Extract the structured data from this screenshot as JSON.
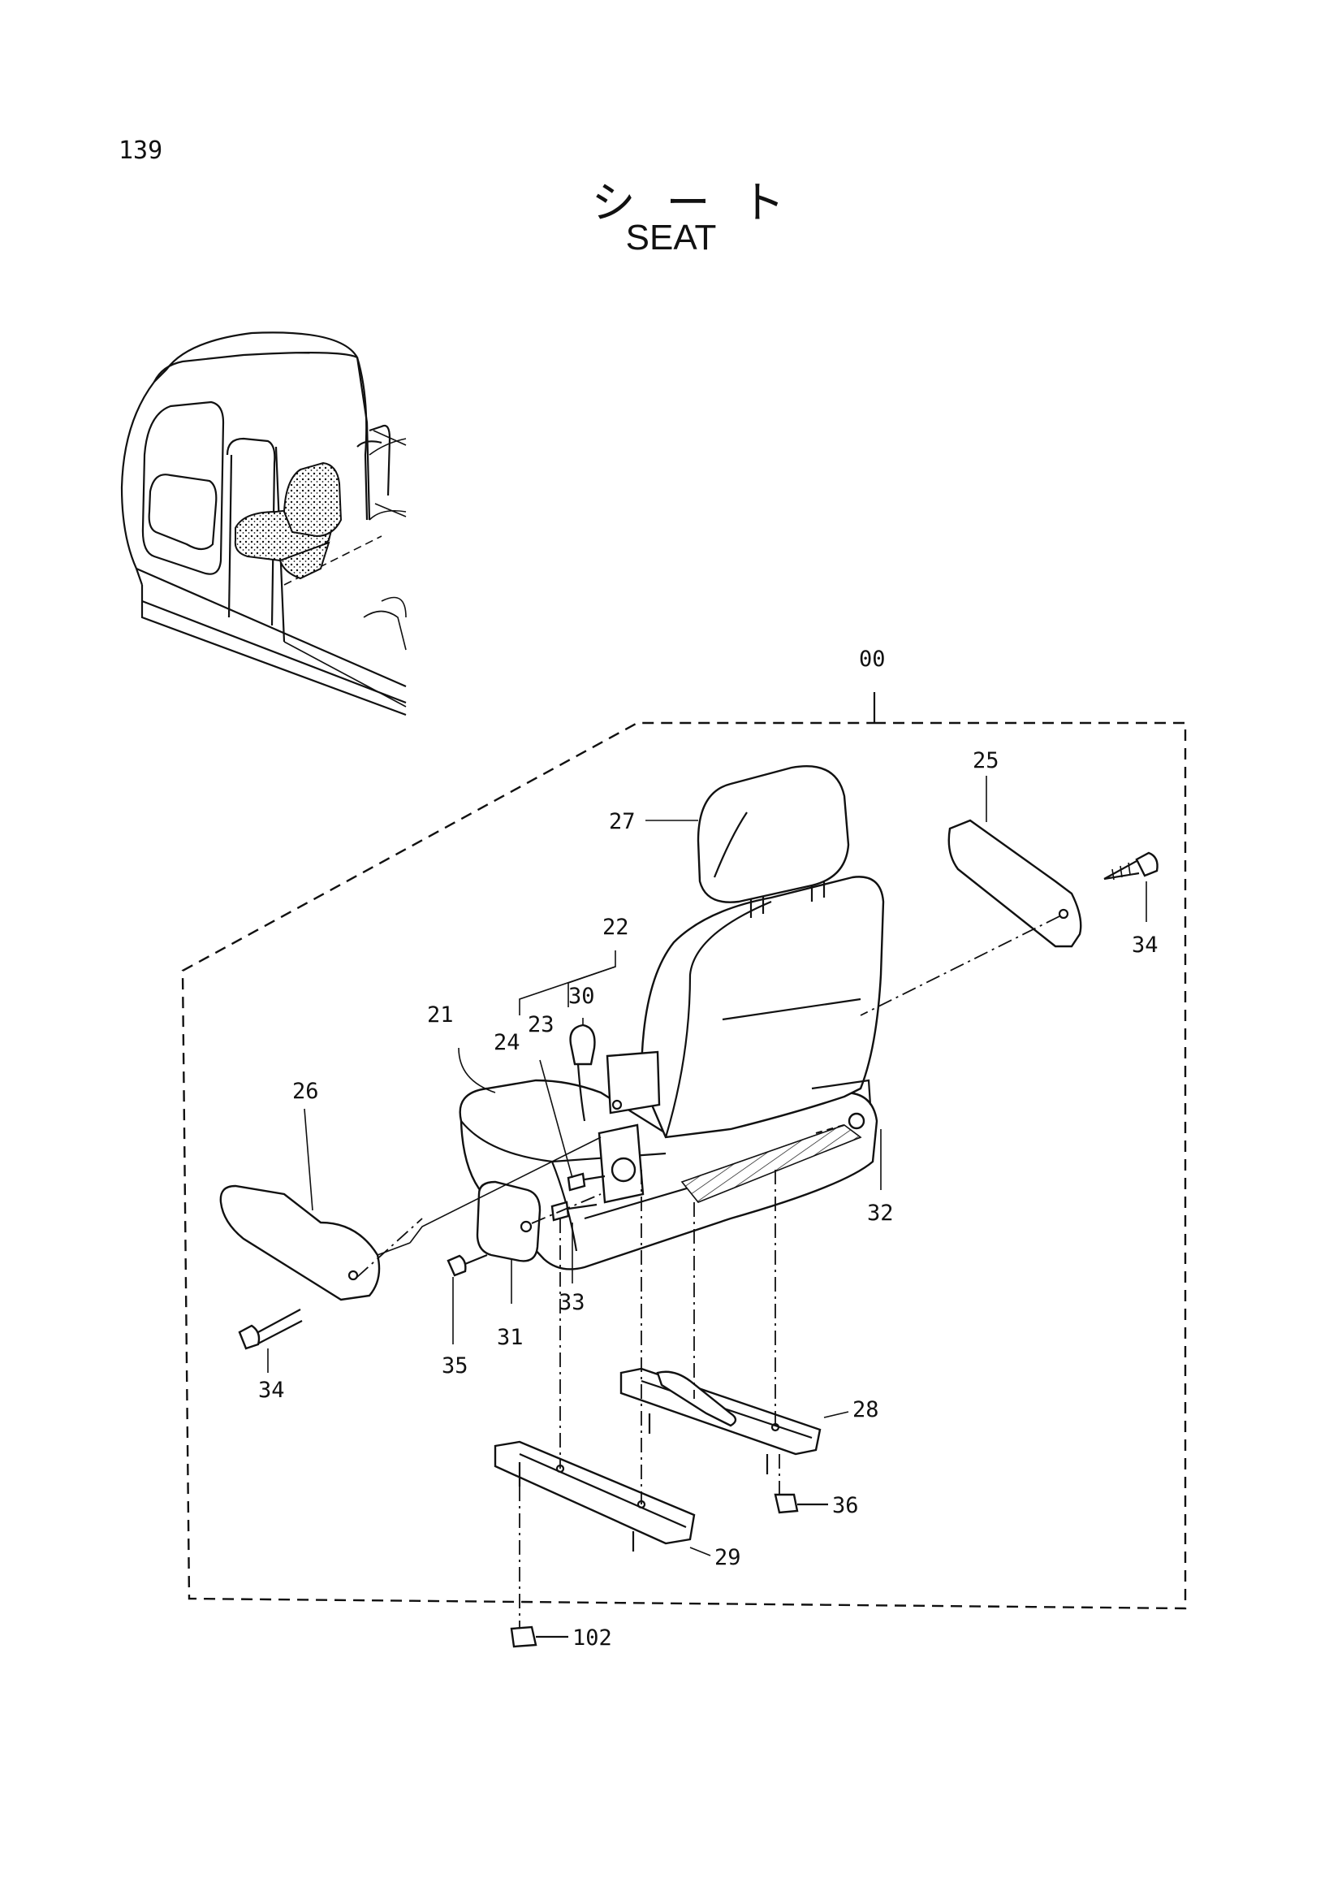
{
  "page_number": "139",
  "title_jp": "シート",
  "title_en": "SEAT",
  "callouts": {
    "c00": "00",
    "c21": "21",
    "c22": "22",
    "c23": "23",
    "c24": "24",
    "c25": "25",
    "c26": "26",
    "c27": "27",
    "c28": "28",
    "c29": "29",
    "c30": "30",
    "c31": "31",
    "c32": "32",
    "c33": "33",
    "c34a": "34",
    "c34b": "34",
    "c35": "35",
    "c36": "36",
    "c102": "102"
  }
}
